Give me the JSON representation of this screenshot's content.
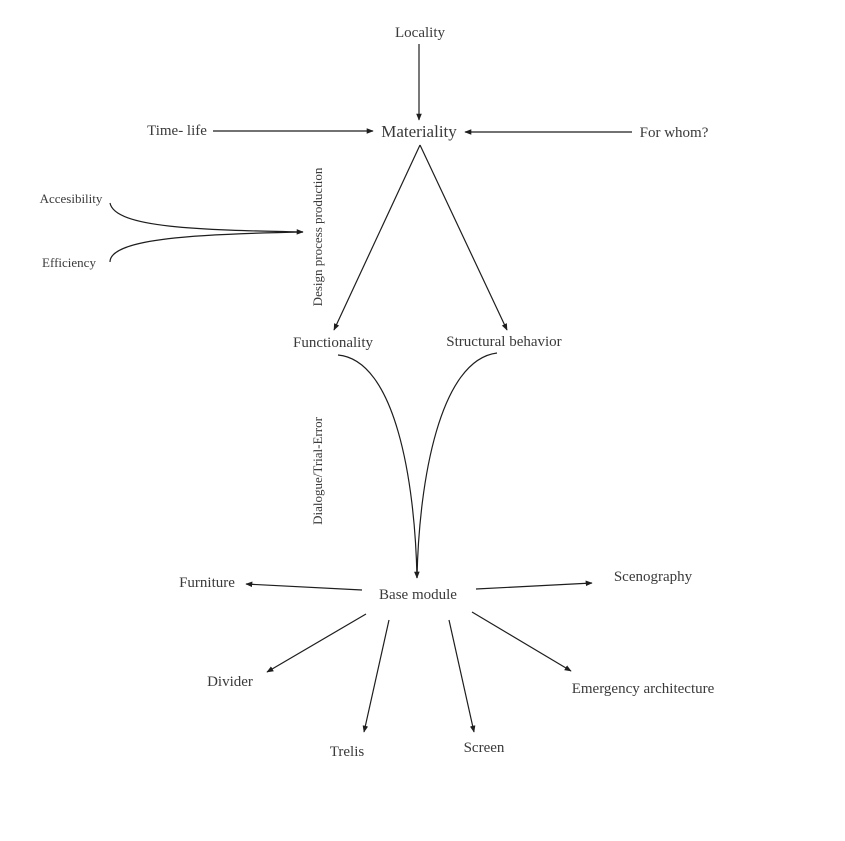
{
  "nodes": {
    "locality": "Locality",
    "time_life": "Time- life",
    "materiality": "Materiality",
    "for_whom": "For whom?",
    "accesibility": "Accesibility",
    "efficiency": "Efficiency",
    "functionality": "Functionality",
    "structural_behavior": "Structural behavior",
    "base_module": "Base module",
    "furniture": "Furniture",
    "scenography": "Scenography",
    "divider": "Divider",
    "emergency_architecture": "Emergency architecture",
    "trelis": "Trelis",
    "screen": "Screen"
  },
  "side_labels": {
    "design_process": "Design process production",
    "dialogue": "Dialogue/Trial-Error"
  }
}
